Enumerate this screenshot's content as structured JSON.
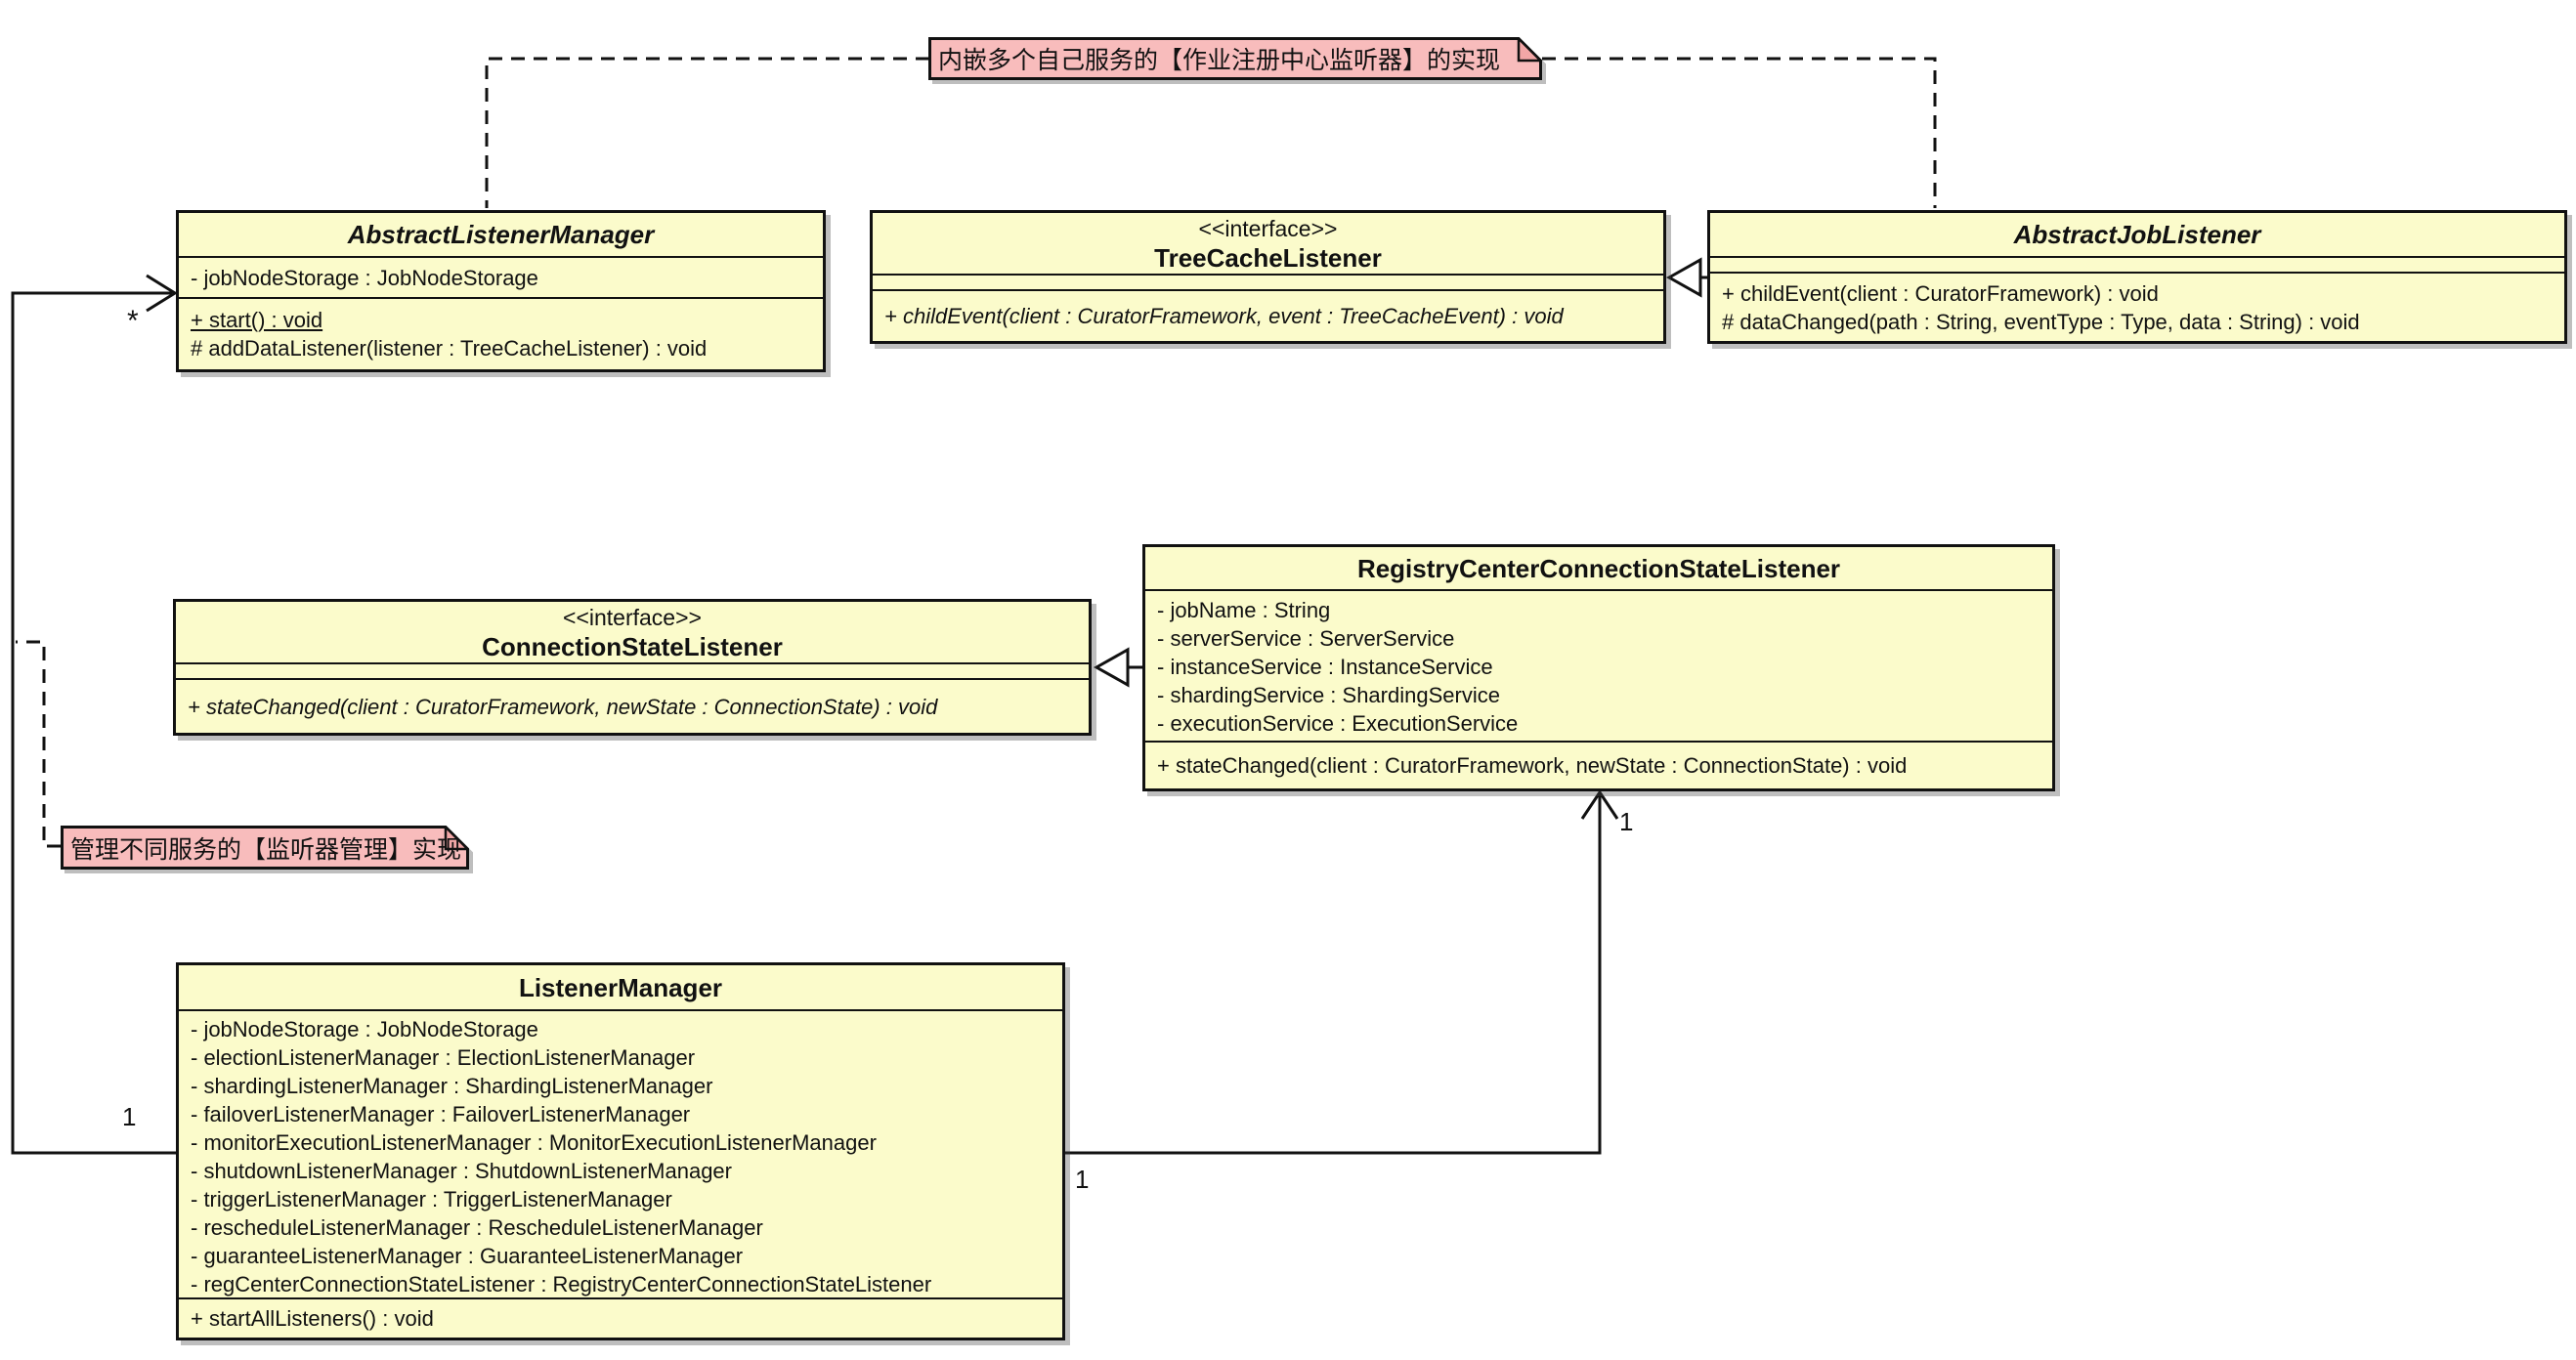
{
  "diagram": {
    "title": "Listener management UML class diagram",
    "colors": {
      "class_fill": "#fbfbcb",
      "note_fill": "#f8bcbc",
      "note_fold_fill": "#f2a7a7",
      "line": "#111111",
      "background": "#ffffff"
    },
    "notes": {
      "top": {
        "text": "内嵌多个自己服务的【作业注册中心监听器】的实现"
      },
      "left": {
        "text": "管理不同服务的【监听器管理】实现"
      }
    },
    "classes": {
      "abstract_listener_manager": {
        "name": "AbstractListenerManager",
        "attributes": [
          "- jobNodeStorage : JobNodeStorage"
        ],
        "methods": [
          "+ start() : void",
          "# addDataListener(listener : TreeCacheListener) : void"
        ]
      },
      "tree_cache_listener": {
        "stereotype": "<<interface>>",
        "name": "TreeCacheListener",
        "attributes": [],
        "methods": [
          "+ childEvent(client : CuratorFramework, event : TreeCacheEvent) : void"
        ]
      },
      "abstract_job_listener": {
        "name": "AbstractJobListener",
        "attributes": [],
        "methods": [
          "+ childEvent(client : CuratorFramework) : void",
          "# dataChanged(path : String, eventType : Type, data : String) : void"
        ]
      },
      "registry_center_connection_state_listener": {
        "name": "RegistryCenterConnectionStateListener",
        "attributes": [
          "- jobName : String",
          "- serverService : ServerService",
          "- instanceService : InstanceService",
          "- shardingService : ShardingService",
          "- executionService : ExecutionService"
        ],
        "methods": [
          "+ stateChanged(client : CuratorFramework, newState : ConnectionState) : void"
        ]
      },
      "connection_state_listener": {
        "stereotype": "<<interface>>",
        "name": "ConnectionStateListener",
        "attributes": [],
        "methods": [
          "+ stateChanged(client : CuratorFramework, newState : ConnectionState) : void"
        ]
      },
      "listener_manager": {
        "name": "ListenerManager",
        "attributes": [
          "- jobNodeStorage : JobNodeStorage",
          "- electionListenerManager : ElectionListenerManager",
          "- shardingListenerManager : ShardingListenerManager",
          "- failoverListenerManager : FailoverListenerManager",
          "- monitorExecutionListenerManager : MonitorExecutionListenerManager",
          "- shutdownListenerManager : ShutdownListenerManager",
          "- triggerListenerManager : TriggerListenerManager",
          "- rescheduleListenerManager : RescheduleListenerManager",
          "- guaranteeListenerManager : GuaranteeListenerManager",
          "- regCenterConnectionStateListener : RegistryCenterConnectionStateListener"
        ],
        "methods": [
          "+ startAllListeners() : void"
        ]
      }
    },
    "multiplicities": {
      "abstract_listener_manager_end": "*",
      "listener_manager_left_end": "1",
      "listener_manager_right_end": "1",
      "registry_listener_end": "1"
    }
  }
}
